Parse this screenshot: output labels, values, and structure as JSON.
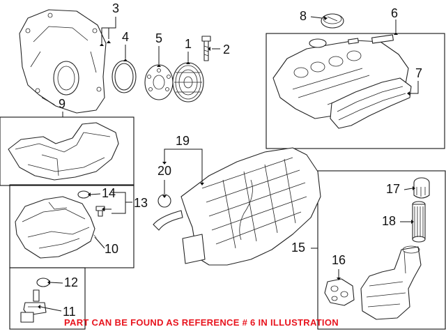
{
  "callouts": {
    "c1": "1",
    "c2": "2",
    "c3": "3",
    "c4": "4",
    "c5": "5",
    "c6": "6",
    "c7": "7",
    "c8": "8",
    "c9": "9",
    "c10": "10",
    "c11": "11",
    "c12": "12",
    "c13": "13",
    "c14": "14",
    "c15": "15",
    "c16": "16",
    "c17": "17",
    "c18": "18",
    "c19": "19",
    "c20": "20"
  },
  "footer": {
    "note": "PART CAN BE FOUND AS REFERENCE # 6 IN ILLUSTRATION",
    "color": "#e8141e"
  }
}
